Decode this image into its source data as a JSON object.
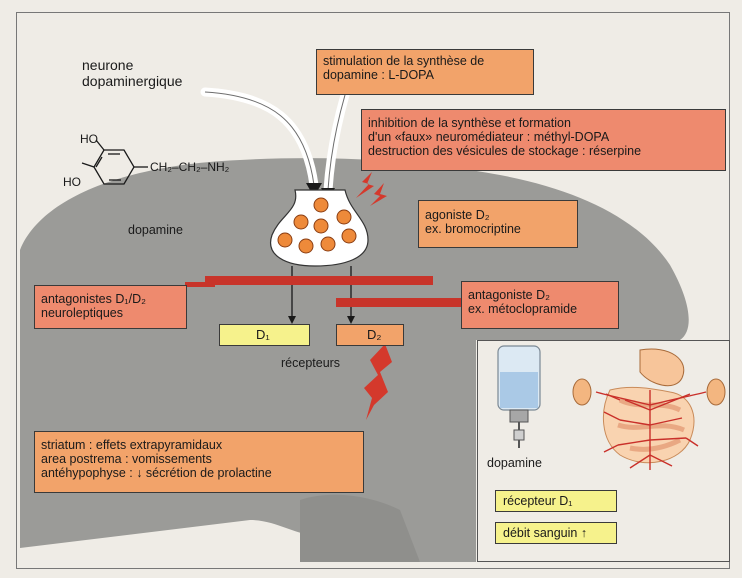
{
  "neuron_label_line1": "neurone",
  "neuron_label_line2": "dopaminergique",
  "molecule": {
    "ho_top": "HO",
    "ho_bottom": "HO",
    "chain": "CH₂–CH₂–NH₂",
    "name": "dopamine"
  },
  "boxes": {
    "stimulation": [
      "stimulation de la synthèse de",
      "dopamine : L-DOPA"
    ],
    "inhibition": [
      "inhibition de la synthèse et formation",
      "d'un «faux» neuromédiateur : méthyl-DOPA",
      "destruction des vésicules de stockage : réserpine"
    ],
    "agoniste": [
      "agoniste D₂",
      "ex. bromocriptine"
    ],
    "antagonistes_d1d2": [
      "antagonistes D₁/D₂",
      "neuroleptiques"
    ],
    "antagoniste_d2": [
      "antagoniste D₂",
      "ex. métoclopramide"
    ],
    "effects": [
      "striatum : effets extrapyramidaux",
      "area postrema : vomissements",
      "antéhypophyse : ↓ sécrétion de prolactine"
    ]
  },
  "receptors": {
    "d1": "D₁",
    "d2": "D₂",
    "caption": "récepteurs"
  },
  "inset": {
    "drug": "dopamine",
    "receptor": "récepteur D₁",
    "flow": "débit sanguin ↑"
  },
  "colors": {
    "background": "#efece6",
    "brain": "#9b9b98",
    "orange_box": "#f2a36a",
    "salmon_box": "#ee8a6e",
    "yellow_box": "#f6f28c",
    "red_bar": "#c8342a",
    "vesicle": "#ee8a3a",
    "vessel": "#c9302a"
  }
}
